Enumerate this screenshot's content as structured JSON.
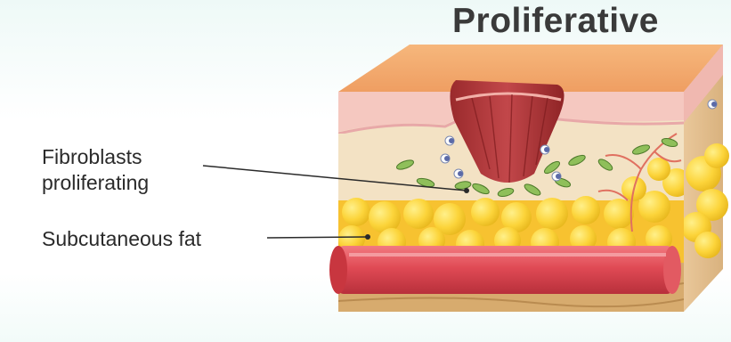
{
  "title": "Proliferative",
  "labels": {
    "fibroblasts_line1": "Fibroblasts",
    "fibroblasts_line2": "proliferating",
    "subcutaneous_fat": "Subcutaneous fat"
  },
  "colors": {
    "skin_top": "#f2a96a",
    "epidermis": "#f5c8c0",
    "dermis": "#f3e2c4",
    "fat": "#fcd43a",
    "wound": "#b93a3a",
    "vessel": "#e04a55",
    "fibroblast": "#8fbf5a"
  }
}
